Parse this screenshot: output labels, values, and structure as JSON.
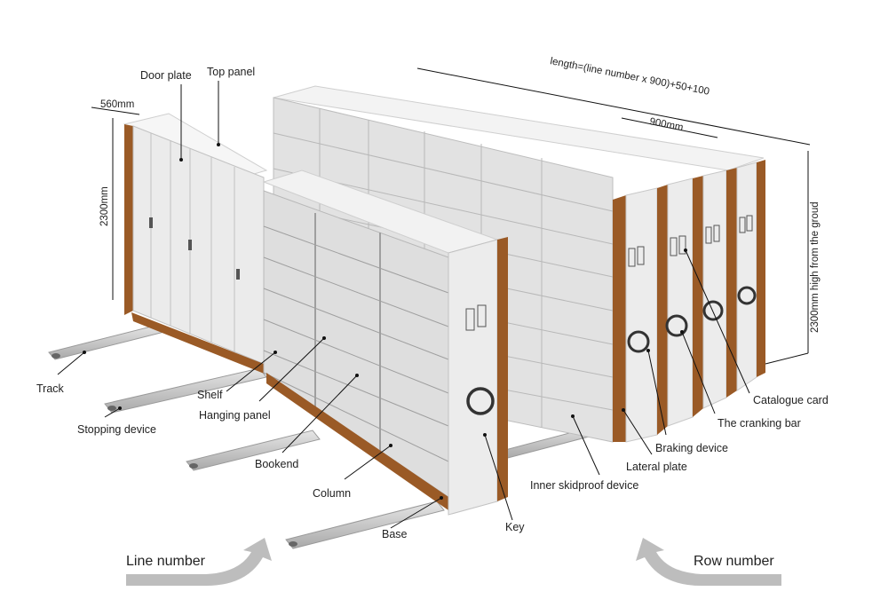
{
  "labels": {
    "door_plate": "Door plate",
    "top_panel": "Top panel",
    "track": "Track",
    "stopping_device": "Stopping device",
    "shelf": "Shelf",
    "hanging_panel": "Hanging panel",
    "bookend": "Bookend",
    "column": "Column",
    "base": "Base",
    "key": "Key",
    "inner_skidproof_device": "Inner skidproof device",
    "lateral_plate": "Lateral plate",
    "braking_device": "Braking device",
    "cranking_bar": "The cranking bar",
    "catalogue_card": "Catalogue card"
  },
  "dimensions": {
    "depth": "560mm",
    "height": "2300mm",
    "length_formula": "length=(line number x 900)+50+100",
    "section_width": "900mm",
    "height_note": "2300mm high from the groud"
  },
  "arrows": {
    "line_number": "Line number",
    "row_number": "Row number"
  },
  "colors": {
    "cabinet_white": "#eeeeee",
    "frame_brown": "#9a5a26",
    "rail_grey": "#c9c9c9",
    "arrow_grey": "#bdbdbd"
  }
}
